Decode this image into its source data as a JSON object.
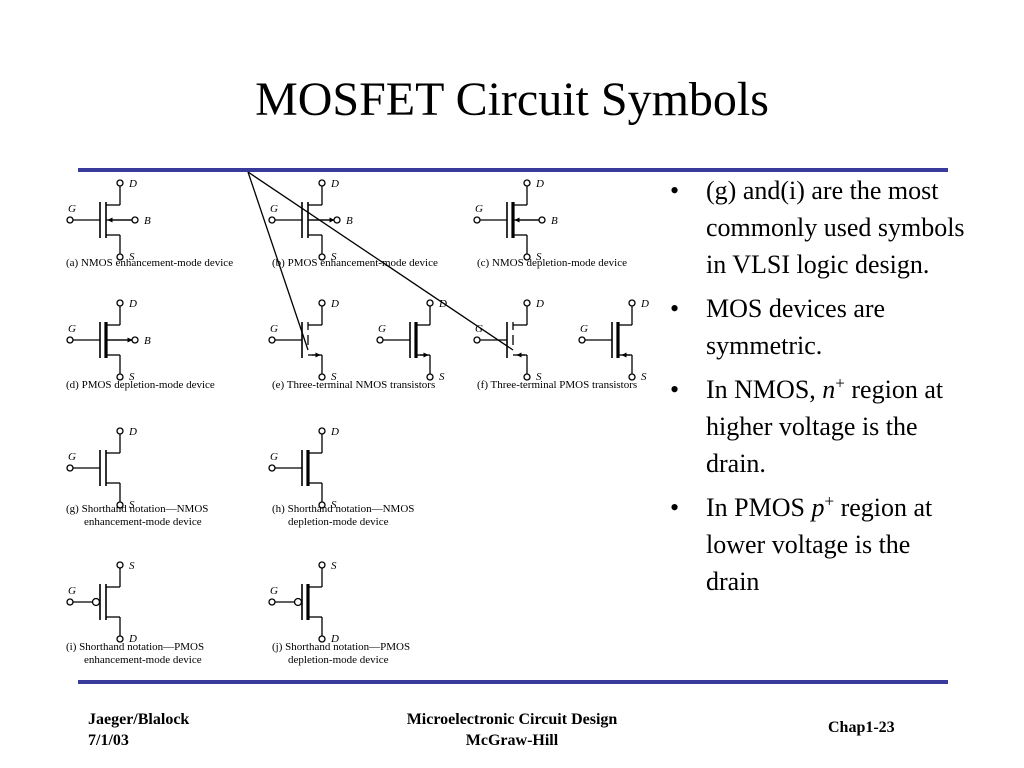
{
  "slide": {
    "title": "MOSFET Circuit Symbols",
    "bullets": [
      {
        "text": "(g) and(i) are the most commonly used symbols in VLSI logic design."
      },
      {
        "text": "MOS devices are symmetric."
      },
      {
        "pre": "In NMOS, ",
        "ital": "n",
        "sup": "+",
        "post": " region at higher voltage is the drain."
      },
      {
        "pre": "In PMOS ",
        "ital": "p",
        "sup": "+",
        "post": " region at lower voltage is the drain"
      }
    ],
    "bullet_char": "•"
  },
  "figure": {
    "terminals": {
      "gate": "G",
      "drain": "D",
      "source": "S",
      "body": "B"
    },
    "captions": {
      "a": "(a) NMOS enhancement-mode device",
      "b": "(b) PMOS enhancement-mode device",
      "c": "(c) NMOS depletion-mode device",
      "d": "(d) PMOS depletion-mode device",
      "e": "(e) Three-terminal NMOS transistors",
      "f": "(f) Three-terminal PMOS transistors",
      "g1": "(g) Shorthand notation—NMOS",
      "g2": "enhancement-mode device",
      "h1": "(h) Shorthand notation—NMOS",
      "h2": "depletion-mode device",
      "i1": "(i) Shorthand notation—PMOS",
      "i2": "enhancement-mode device",
      "j1": "(j) Shorthand notation—PMOS",
      "j2": "depletion-mode device"
    }
  },
  "footer": {
    "left": [
      "Jaeger/Blalock",
      "7/1/03"
    ],
    "center": [
      "Microelectronic Circuit Design",
      "McGraw-Hill"
    ],
    "right": "Chap1-23"
  }
}
